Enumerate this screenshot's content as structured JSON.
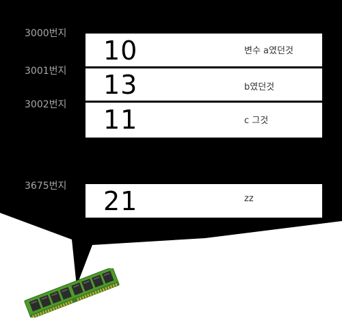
{
  "colors": {
    "background": "#000000",
    "cell": "#ffffff",
    "address_text": "#a8a8a8"
  },
  "memory": {
    "cells": [
      {
        "address": "3000번지",
        "value": "10",
        "label": "변수 a였던것"
      },
      {
        "address": "3001번지",
        "value": "13",
        "label": "b였던것"
      },
      {
        "address": "3002번지",
        "value": "11",
        "label": "c 그것"
      },
      {
        "address": "3675번지",
        "value": "21",
        "label": "zz"
      }
    ]
  },
  "ram_icon": "ram-module-icon"
}
